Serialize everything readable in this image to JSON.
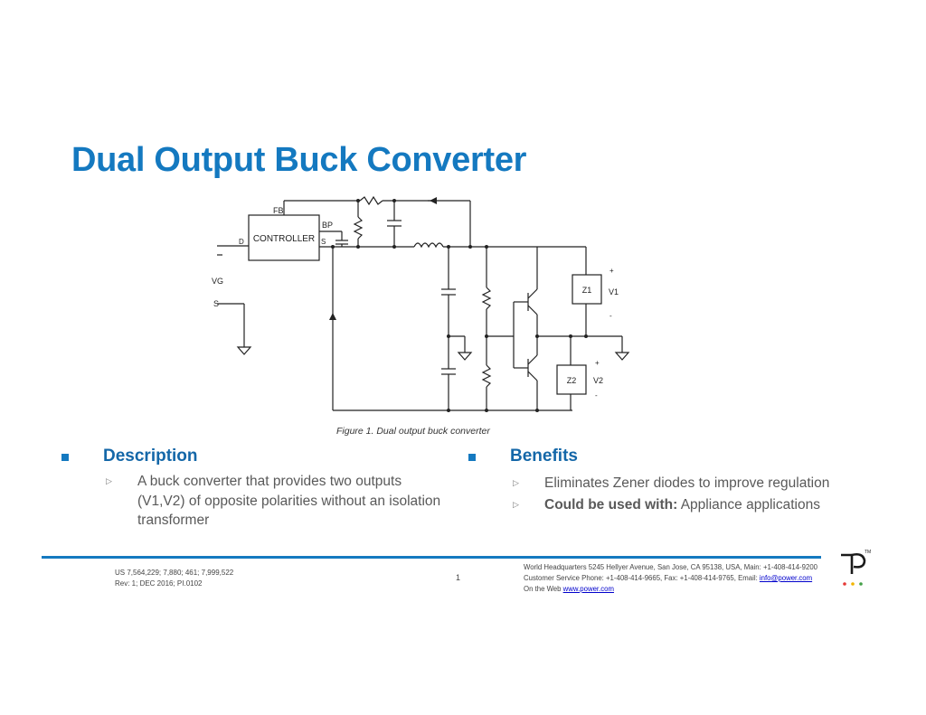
{
  "slide": {
    "title": "Dual Output Buck Converter"
  },
  "figure": {
    "caption": "Figure 1. Dual output buck converter",
    "labels": {
      "controller": "CONTROLLER",
      "fb": "FB",
      "bp": "BP",
      "d": "D",
      "s": "S",
      "vg": "VG",
      "s_pin": "S",
      "z1": "Z1",
      "v1": "V1",
      "z2": "Z2",
      "v2": "V2",
      "plus": "+",
      "minus": "-"
    }
  },
  "description": {
    "heading": "Description",
    "items": [
      "A buck converter that provides two outputs (V1,V2) of opposite polarities without an isolation transformer"
    ]
  },
  "benefits": {
    "heading": "Benefits",
    "items": [
      {
        "bold": "",
        "text": "Eliminates Zener diodes to improve regulation"
      },
      {
        "bold": "Could be used with:",
        "text": " Appliance applications"
      }
    ]
  },
  "footer": {
    "patents": "US 7,564,229;  7,880; 461;  7,999,522",
    "revision": "Rev: 1;  DEC 2016;  PI.0102",
    "page_number": "1",
    "hq": "World Headquarters  5245 Hellyer Avenue, San Jose, CA 95138, USA,  Main: +1-408-414-9200",
    "service_prefix": "Customer Service Phone: +1-408-414-9665, Fax: +1-408-414-9765, Email: ",
    "email": "info@power.com",
    "web_prefix": "On the Web ",
    "web": "www.power.com"
  },
  "colors": {
    "accent": "#1479c0",
    "logo_dots": [
      "#e53935",
      "#f2b400",
      "#43a047"
    ]
  }
}
